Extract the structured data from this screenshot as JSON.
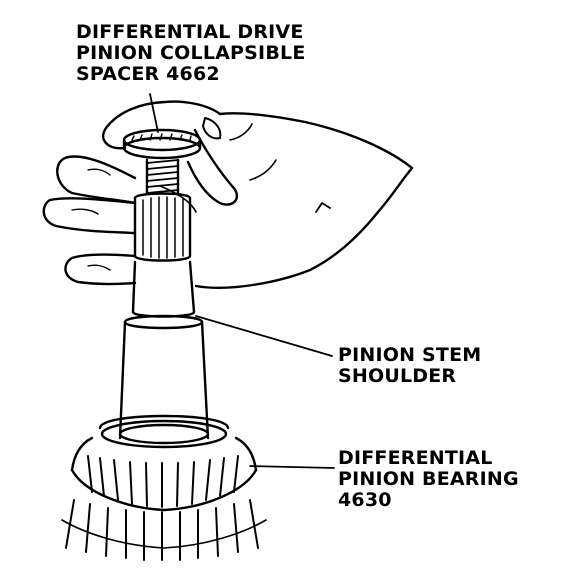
{
  "labels": {
    "spacer": [
      "DIFFERENTIAL DRIVE",
      "PINION COLLAPSIBLE",
      "SPACER 4662"
    ],
    "stem": [
      "PINION STEM",
      "SHOULDER"
    ],
    "bearing": [
      "DIFFERENTIAL",
      "PINION BEARING",
      "4630"
    ]
  },
  "colors": {
    "ink": "#000000",
    "paper": "#ffffff"
  }
}
